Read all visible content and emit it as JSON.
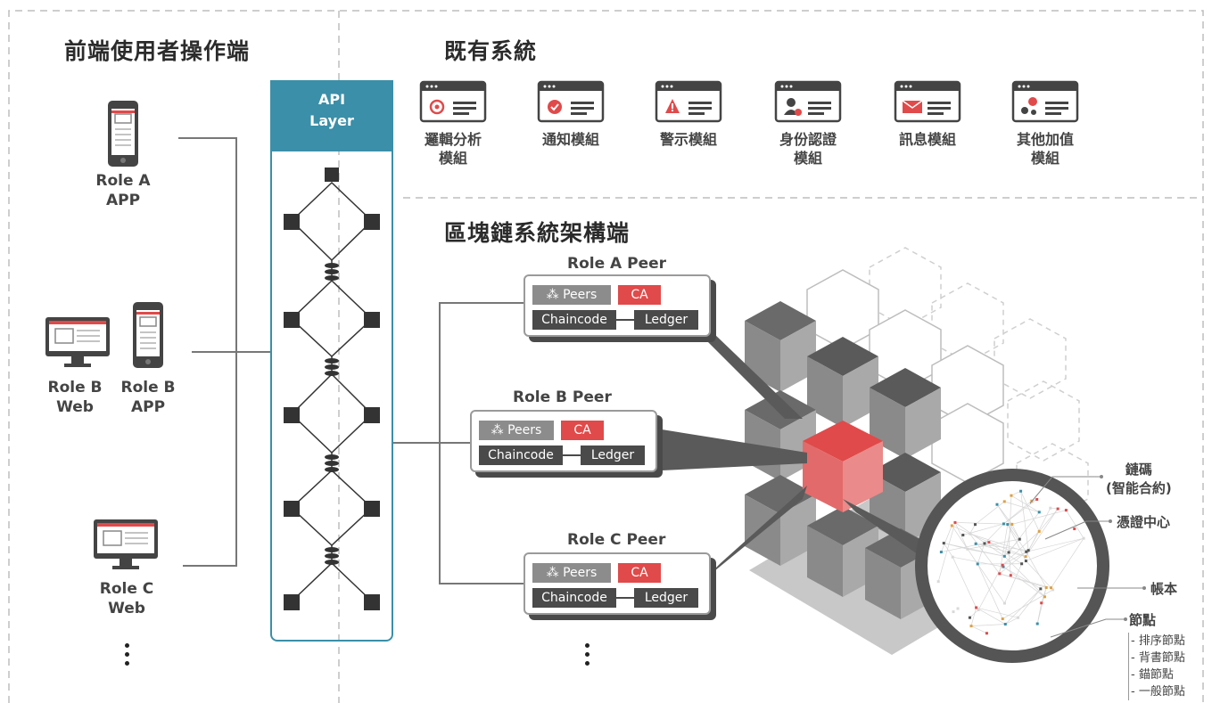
{
  "sections": {
    "frontend": "前端使用者操作端",
    "existing": "既有系統",
    "blockchain": "區塊鏈系統架構端"
  },
  "roles": [
    {
      "label": "Role A\nAPP",
      "icon": "phone-icon"
    },
    {
      "label": "Role B\nWeb",
      "icon": "monitor-icon"
    },
    {
      "label": "Role B\nAPP",
      "icon": "phone-icon"
    },
    {
      "label": "Role C\nWeb",
      "icon": "monitor-icon"
    }
  ],
  "api_layer": "API\nLayer",
  "modules": [
    {
      "label": "邏輯分析\n模組",
      "icon": "gear-window-icon"
    },
    {
      "label": "通知模組",
      "icon": "notify-window-icon"
    },
    {
      "label": "警示模組",
      "icon": "warning-window-icon"
    },
    {
      "label": "身份認證\n模組",
      "icon": "identity-window-icon"
    },
    {
      "label": "訊息模組",
      "icon": "mail-window-icon"
    },
    {
      "label": "其他加值\n模組",
      "icon": "gears-window-icon"
    }
  ],
  "peers": [
    {
      "title": "Role A Peer",
      "peers": "Peers",
      "ca": "CA",
      "chaincode": "Chaincode",
      "ledger": "Ledger"
    },
    {
      "title": "Role B Peer",
      "peers": "Peers",
      "ca": "CA",
      "chaincode": "Chaincode",
      "ledger": "Ledger"
    },
    {
      "title": "Role C Peer",
      "peers": "Peers",
      "ca": "CA",
      "chaincode": "Chaincode",
      "ledger": "Ledger"
    }
  ],
  "annotations": {
    "chaincode": "鏈碼\n(智能合約)",
    "ca_center": "憑證中心",
    "ledger": "帳本",
    "nodes": "節點",
    "node_types": [
      "- 排序節點",
      "- 背書節點",
      "- 錨節點",
      "- 一般節點"
    ]
  },
  "colors": {
    "accent_red": "#e04a4a",
    "api_teal": "#3b8fa8",
    "dark_gray": "#4a4a4a",
    "mid_gray": "#8c8c8c"
  }
}
